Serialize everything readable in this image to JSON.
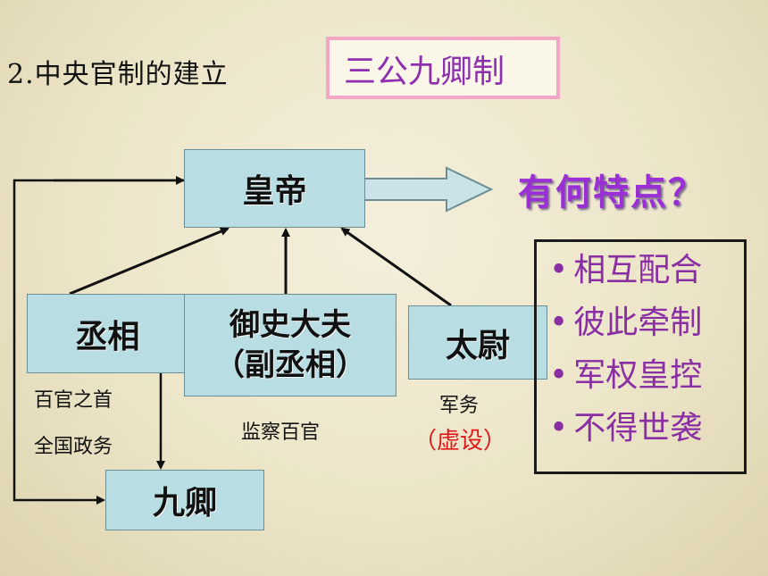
{
  "heading": "2.中央官制的建立",
  "system_name": "三公九卿制",
  "nodes": {
    "emperor": "皇帝",
    "chancellor": "丞相",
    "censor_line1": "御史大夫",
    "censor_line2": "（副丞相）",
    "commandant": "太尉",
    "ministers": "九卿"
  },
  "notes": {
    "chancellor_1": "百官之首",
    "chancellor_2": "全国政务",
    "censor": "监察百官",
    "commandant_1": "军务",
    "commandant_2": "（虚设）"
  },
  "question": "有何特点？",
  "traits": [
    "相互配合",
    "彼此牵制",
    "军权皇控",
    "不得世袭"
  ],
  "bullet": "•"
}
